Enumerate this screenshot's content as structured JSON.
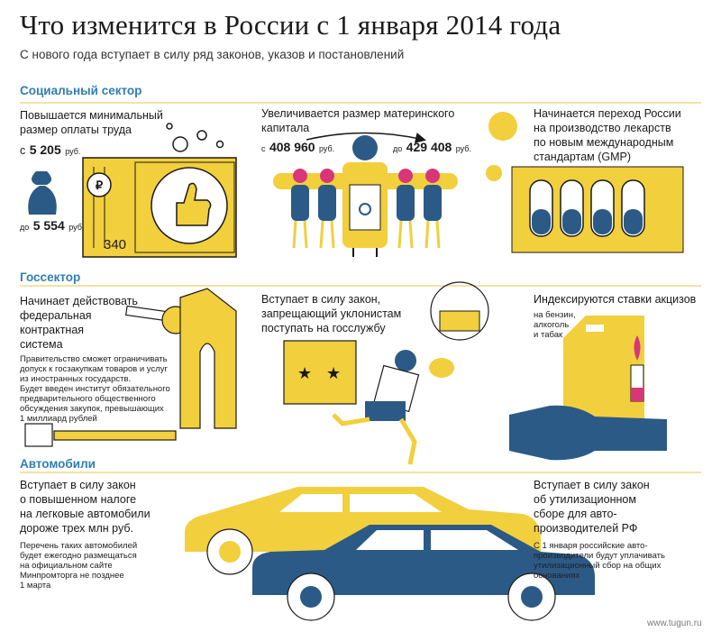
{
  "header": {
    "title": "Что изменится в России с 1 января 2014 года",
    "subtitle": "С нового года вступает в силу ряд законов, указов и постановлений"
  },
  "social": {
    "title": "Социальный сектор",
    "wage": {
      "text_l1": "Повышается минимальный",
      "text_l2": "размер оплаты труда",
      "from_prefix": "с",
      "from_value": "5 205",
      "from_unit": "руб.",
      "to_prefix": "до",
      "to_value": "5 554",
      "to_unit": "руб.",
      "bill_denom": "340",
      "coin_symbol": "₽"
    },
    "maternity": {
      "text_l1": "Увеличивается размер материнского",
      "text_l2": "капитала",
      "from_prefix": "с",
      "from_value": "408 960",
      "from_unit": "руб.",
      "to_prefix": "до",
      "to_value": "429 408",
      "to_unit": "руб."
    },
    "gmp": {
      "text_l1": "Начинается переход России",
      "text_l2": "на производство лекарств",
      "text_l3": "по новым международным",
      "text_l4": "стандартам (GMP)"
    }
  },
  "gov": {
    "title": "Госсектор",
    "procurement": {
      "text_l1": "Начинает действовать",
      "text_l2": "федеральная",
      "text_l3": "контрактная",
      "text_l4": "система",
      "note_l1": "Правительство сможет ограничивать",
      "note_l2": "допуск к госзакупкам товаров и услуг",
      "note_l3": "из иностранных государств.",
      "note_l4": "Будет введен институт обязательного",
      "note_l5": "предварительного общественного",
      "note_l6": "обсуждения закупок, превышающих",
      "note_l7": "1 миллиард рублей"
    },
    "draft": {
      "text_l1": "Вступает в силу закон,",
      "text_l2": "запрещающий уклонистам",
      "text_l3": "поступать на госслужбу"
    },
    "excise": {
      "text": "Индексируются ставки акцизов",
      "item1": "на бензин,",
      "item2": "алкоголь",
      "item3": "и табак"
    }
  },
  "cars": {
    "title": "Автомобили",
    "luxury": {
      "text_l1": "Вступает в силу закон",
      "text_l2": "о повышенном налоге",
      "text_l3": "на легковые автомобили",
      "text_l4": "дороже трех млн руб.",
      "note_l1": "Перечень таких автомобилей",
      "note_l2": "будет ежегодно размещаться",
      "note_l3": "на официальном сайте",
      "note_l4": "Минпромторга не позднее",
      "note_l5": "1 марта"
    },
    "recycling": {
      "text_l1": "Вступает в силу закон",
      "text_l2": "об утилизационном",
      "text_l3": "сборе для авто-",
      "text_l4": "производителей РФ",
      "note_l1": "С 1 января российские авто-",
      "note_l2": "производители будут уплачивать",
      "note_l3": "утилизационный сбор на общих",
      "note_l4": "основаниях"
    }
  },
  "watermark": "www.tugun.ru",
  "colors": {
    "yellow": "#f2cf3c",
    "blue": "#2c5a86",
    "accent_blue": "#2f7fb0",
    "pink": "#d9367a"
  }
}
